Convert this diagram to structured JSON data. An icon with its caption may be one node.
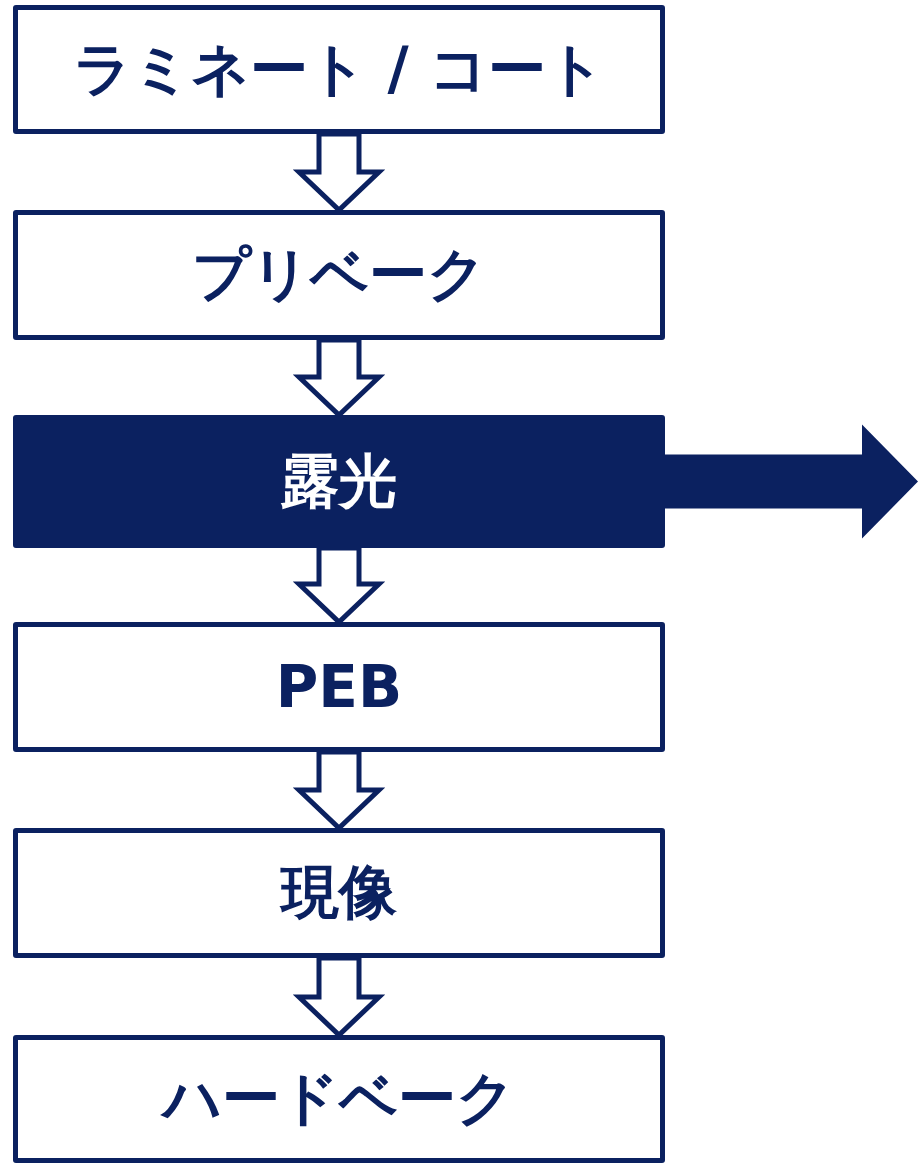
{
  "diagram": {
    "nodes": [
      {
        "text": [
          "ラミネート / コート"
        ]
      },
      {
        "text": [
          "プリベーク"
        ]
      },
      {
        "text": [
          "露光"
        ]
      },
      {
        "text": [
          "PEB"
        ]
      },
      {
        "text": [
          "現像"
        ]
      },
      {
        "text": [
          "ハードベーク"
        ]
      }
    ],
    "edges": [
      {
        "from": 0,
        "to": 1,
        "arrow": "to"
      },
      {
        "from": 1,
        "to": 2,
        "arrow": "to"
      },
      {
        "from": 2,
        "to": 3,
        "arrow": "to"
      },
      {
        "from": 3,
        "to": 4,
        "arrow": "to"
      },
      {
        "from": 4,
        "to": 5,
        "arrow": "to"
      },
      {
        "from": 2,
        "to": null,
        "arrow": "to",
        "style": "thick"
      }
    ]
  }
}
